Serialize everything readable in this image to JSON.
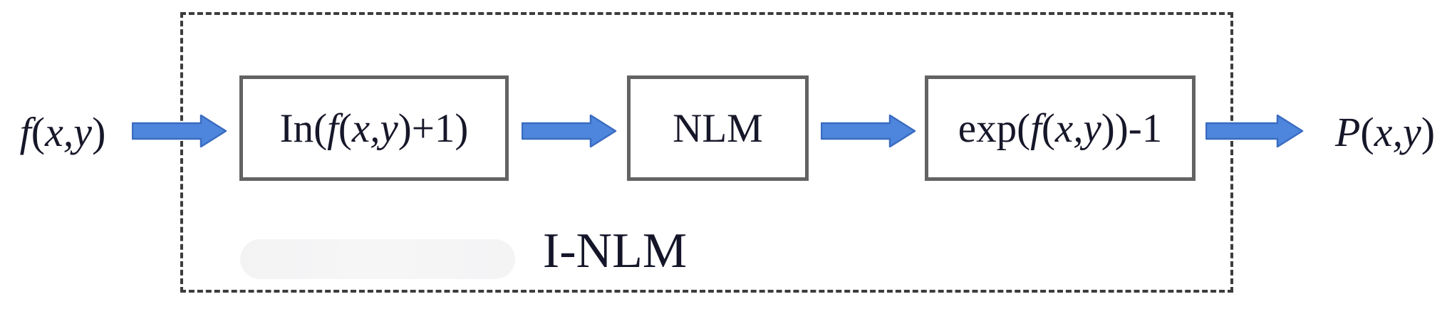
{
  "colors": {
    "background": "#ffffff",
    "arrow_fill": "#4e86dd",
    "arrow_stroke": "#3a6cc0",
    "box_border": "#636363",
    "dashed_border": "#3c3c3c",
    "text": "#17172a"
  },
  "diagram": {
    "group_label": "I-NLM",
    "input_label": [
      {
        "t": "f",
        "i": true
      },
      {
        "t": "(",
        "i": false
      },
      {
        "t": "x,y",
        "i": true
      },
      {
        "t": ")",
        "i": false
      }
    ],
    "output_label": [
      {
        "t": "P",
        "i": true
      },
      {
        "t": "(",
        "i": false
      },
      {
        "t": "x,y",
        "i": true
      },
      {
        "t": ")",
        "i": false
      }
    ],
    "boxes": [
      {
        "name": "log-transform",
        "label": [
          {
            "t": "In(",
            "i": false
          },
          {
            "t": "f",
            "i": true
          },
          {
            "t": "(",
            "i": false
          },
          {
            "t": "x,y",
            "i": true
          },
          {
            "t": ")+1)",
            "i": false
          }
        ]
      },
      {
        "name": "nlm-filter",
        "label": [
          {
            "t": "NLM",
            "i": false
          }
        ]
      },
      {
        "name": "exp-transform",
        "label": [
          {
            "t": "exp(",
            "i": false
          },
          {
            "t": "f",
            "i": true
          },
          {
            "t": "(",
            "i": false
          },
          {
            "t": "x,y",
            "i": true
          },
          {
            "t": "))-1",
            "i": false
          }
        ]
      }
    ]
  }
}
